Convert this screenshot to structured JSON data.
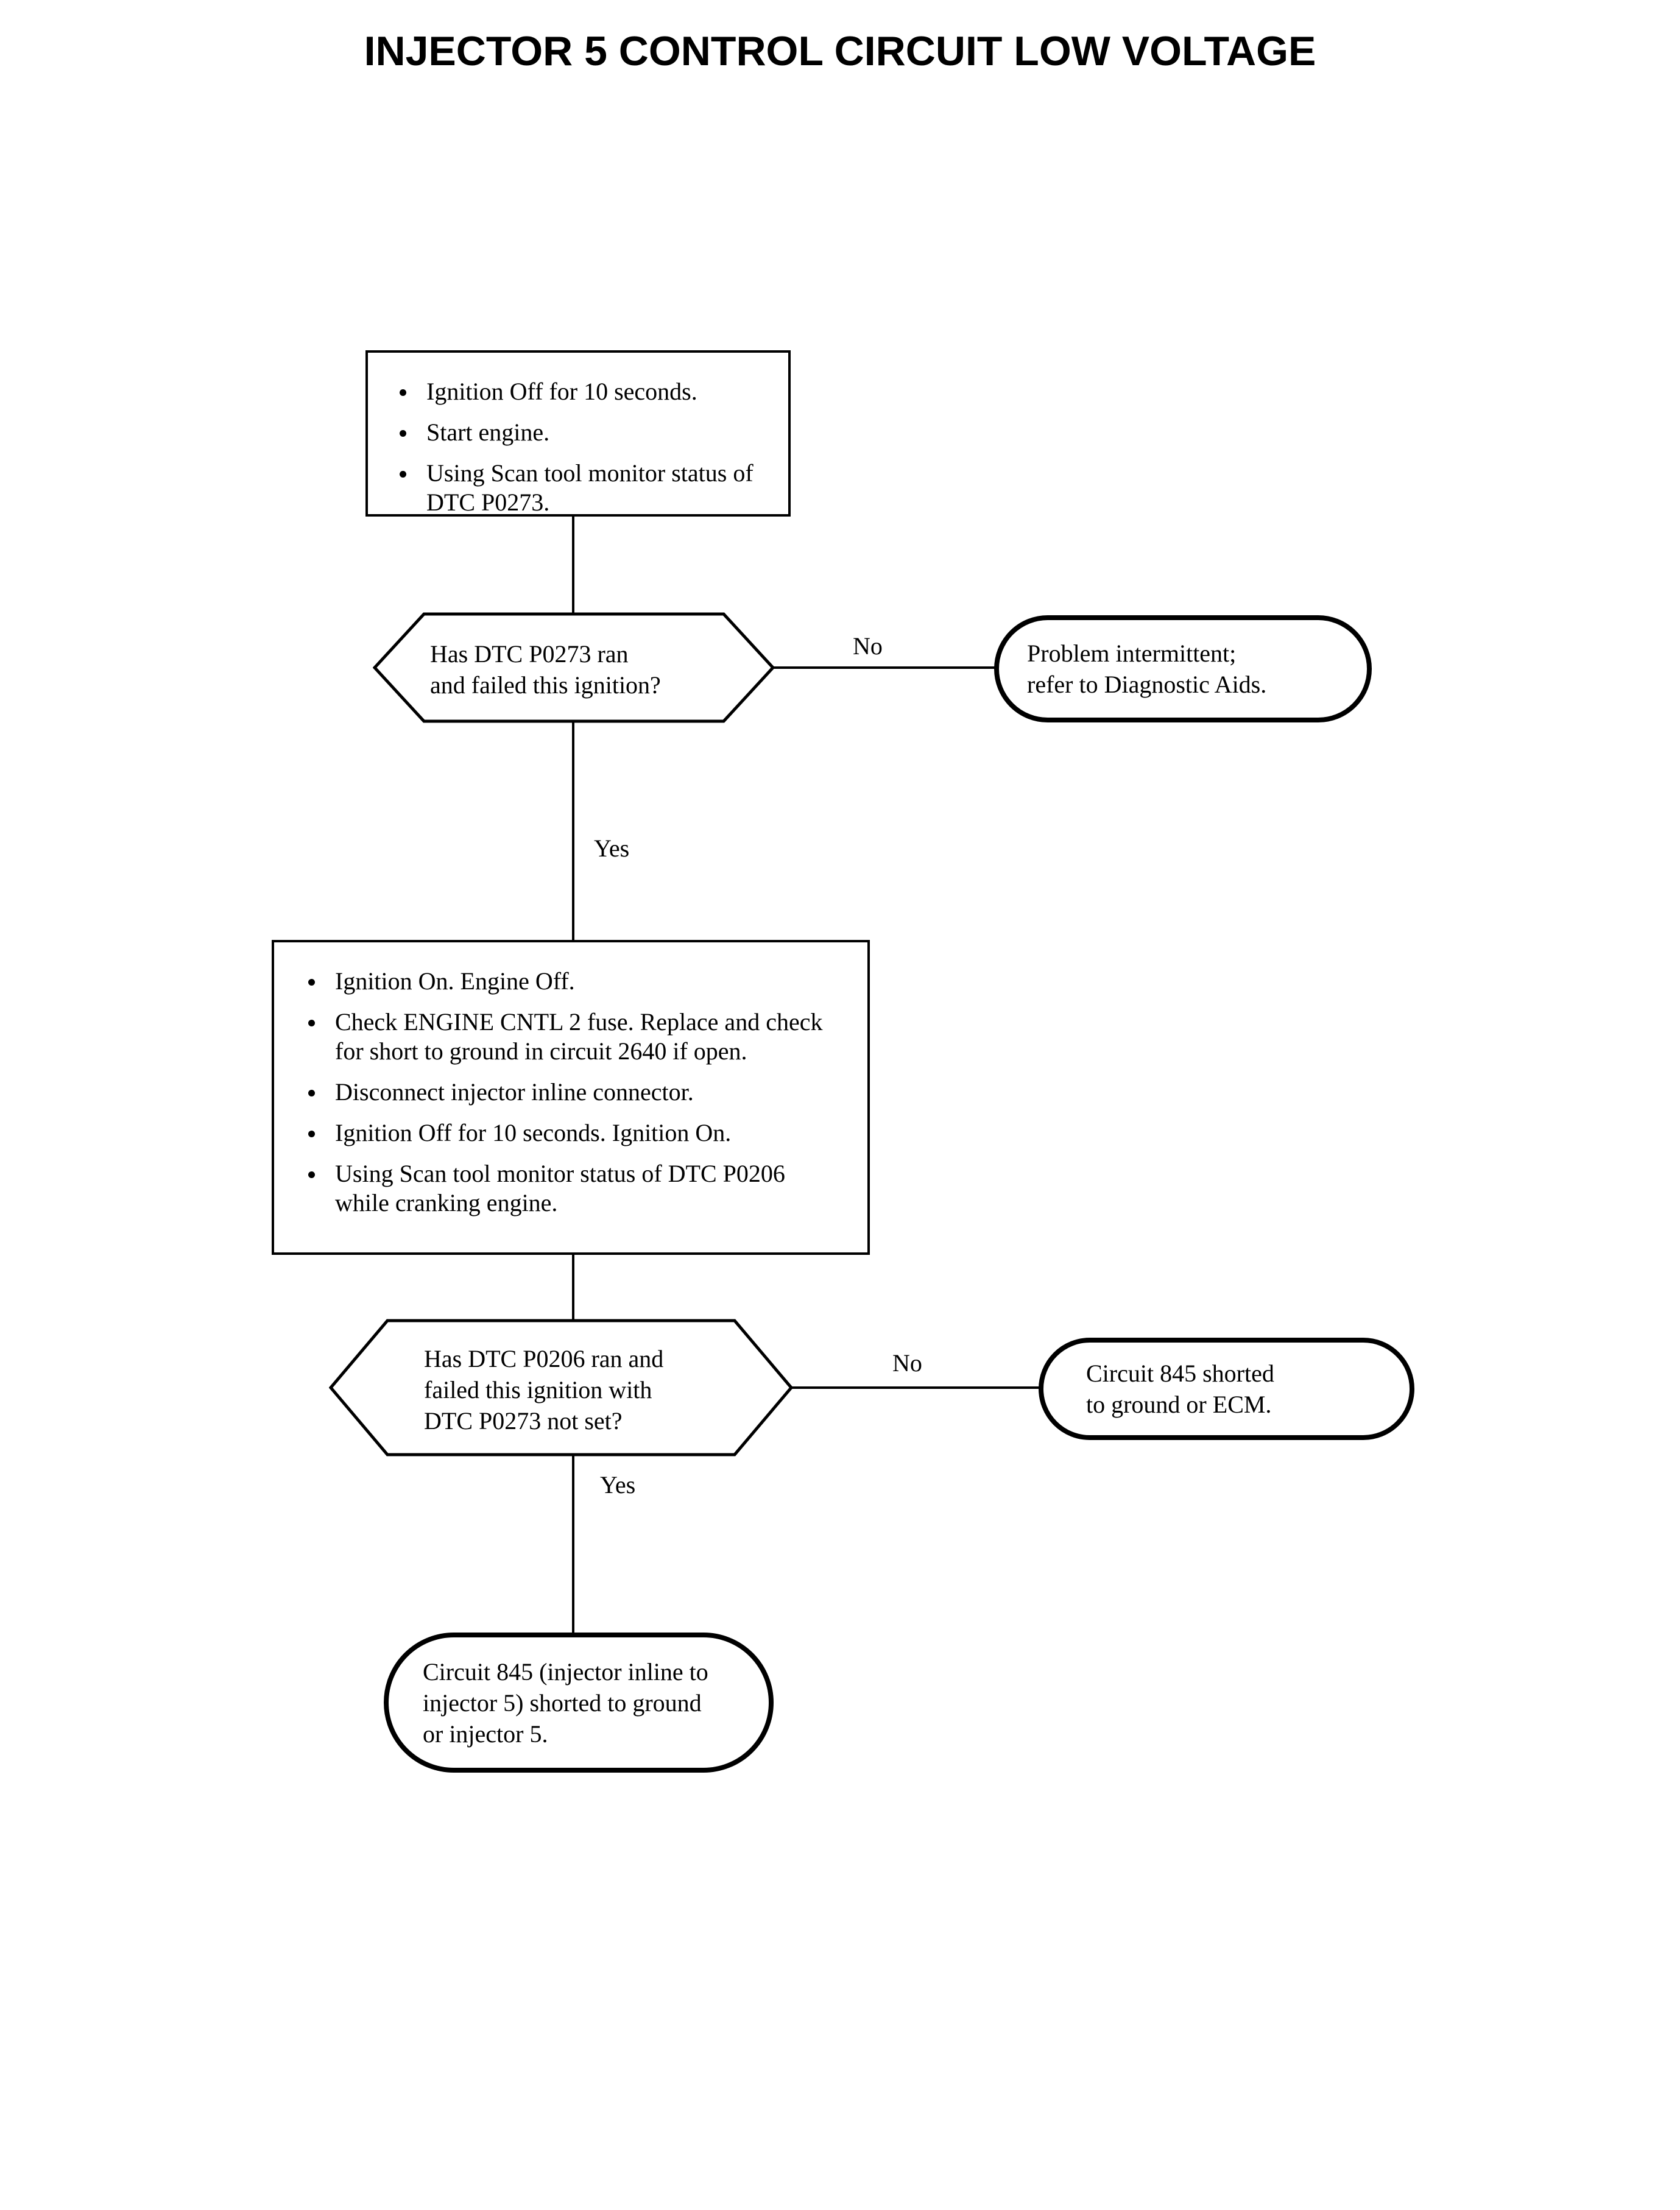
{
  "document": {
    "title": "INJECTOR 5 CONTROL CIRCUIT LOW VOLTAGE"
  },
  "flowchart": {
    "type": "diagnostic-flowchart",
    "orientation": "top-to-bottom",
    "nodes": {
      "step1": {
        "shape": "process",
        "items": [
          "Ignition Off for 10 seconds.",
          "Start engine.",
          "Using Scan tool monitor status of DTC P0273."
        ]
      },
      "decision1": {
        "shape": "hexagon",
        "line1": "Has DTC P0273 ran",
        "line2": "and failed this ignition?"
      },
      "result1": {
        "shape": "terminal",
        "line1": "Problem intermittent;",
        "line2": "refer to Diagnostic Aids."
      },
      "step2": {
        "shape": "process",
        "items": [
          "Ignition On. Engine Off.",
          "Check ENGINE CNTL 2 fuse. Replace and check for short to ground in circuit 2640 if open.",
          "Disconnect injector inline connector.",
          "Ignition Off for 10 seconds. Ignition On.",
          "Using Scan tool monitor status of DTC P0206 while cranking engine."
        ]
      },
      "decision2": {
        "shape": "hexagon",
        "line1": "Has DTC P0206 ran and",
        "line2": "failed this ignition with",
        "line3": "DTC P0273 not set?"
      },
      "result2": {
        "shape": "terminal",
        "line1": "Circuit 845 shorted",
        "line2": "to ground or ECM."
      },
      "result3": {
        "shape": "terminal",
        "line1": "Circuit 845 (injector inline to",
        "line2": "injector 5) shorted to ground",
        "line3": "or injector 5."
      }
    },
    "edges": {
      "decision1_no": "No",
      "decision1_yes": "Yes",
      "decision2_no": "No",
      "decision2_yes": "Yes"
    }
  },
  "style": {
    "ink": "#000000",
    "paper": "#ffffff"
  }
}
